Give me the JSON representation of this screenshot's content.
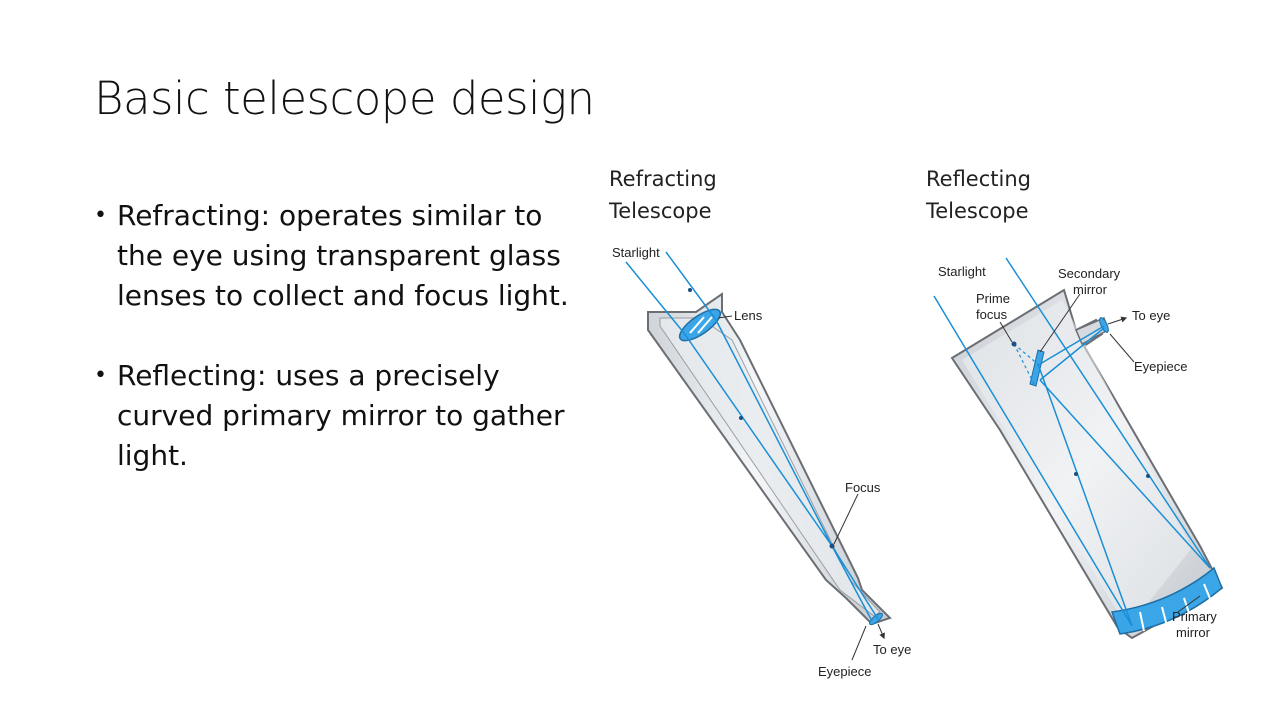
{
  "title": "Basic telescope design",
  "bullets": [
    {
      "label": "Refracting:",
      "text": "operates similar to the eye using transparent glass lenses to collect and focus light."
    },
    {
      "label": "Reflecting:",
      "text": "uses a precisely curved primary mirror to gather light."
    }
  ],
  "refracting": {
    "heading": "Refracting\nTelescope",
    "labels": {
      "starlight": "Starlight",
      "lens": "Lens",
      "focus": "Focus",
      "to_eye": "To eye",
      "eyepiece": "Eyepiece"
    }
  },
  "reflecting": {
    "heading": "Reflecting\nTelescope",
    "labels": {
      "starlight": "Starlight",
      "secondary_1": "Secondary",
      "secondary_2": "mirror",
      "prime_1": "Prime",
      "prime_2": "focus",
      "to_eye": "To eye",
      "eyepiece": "Eyepiece",
      "primary_1": "Primary",
      "primary_2": "mirror"
    }
  },
  "colors": {
    "ray": "#1a8fd6",
    "tube_fill": "#dfe3e8",
    "tube_edge": "#6b6e72",
    "lens": "#3aa6e8",
    "mirror": "#3aa6e8"
  }
}
